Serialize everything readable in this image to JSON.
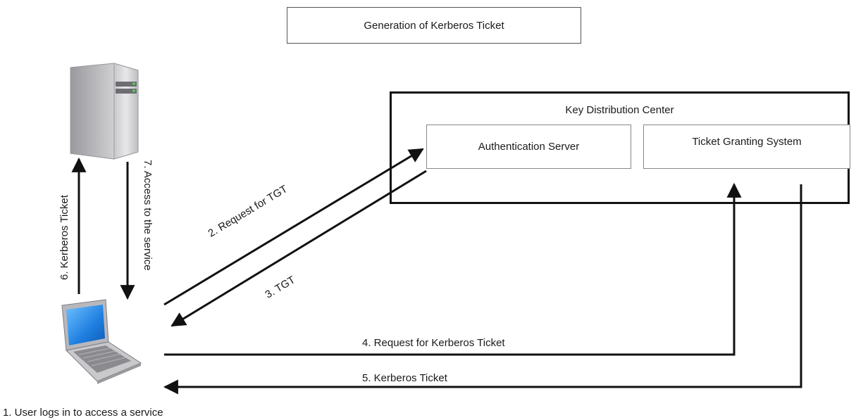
{
  "title": "Generation of Kerberos Ticket",
  "kdc": {
    "label": "Key Distribution Center",
    "authentication_server": "Authentication Server",
    "ticket_granting_system": "Ticket Granting System"
  },
  "steps": {
    "step1": "1. User logs in to access a service",
    "step2": "2. Request for TGT",
    "step3": "3. TGT",
    "step4": "4. Request for Kerberos Ticket",
    "step5": "5. Kerberos Ticket",
    "step6": "6. Kerberos Ticket",
    "step7": "7. Access to the service"
  },
  "icons": {
    "server": "server-tower-icon",
    "client": "laptop-icon"
  }
}
